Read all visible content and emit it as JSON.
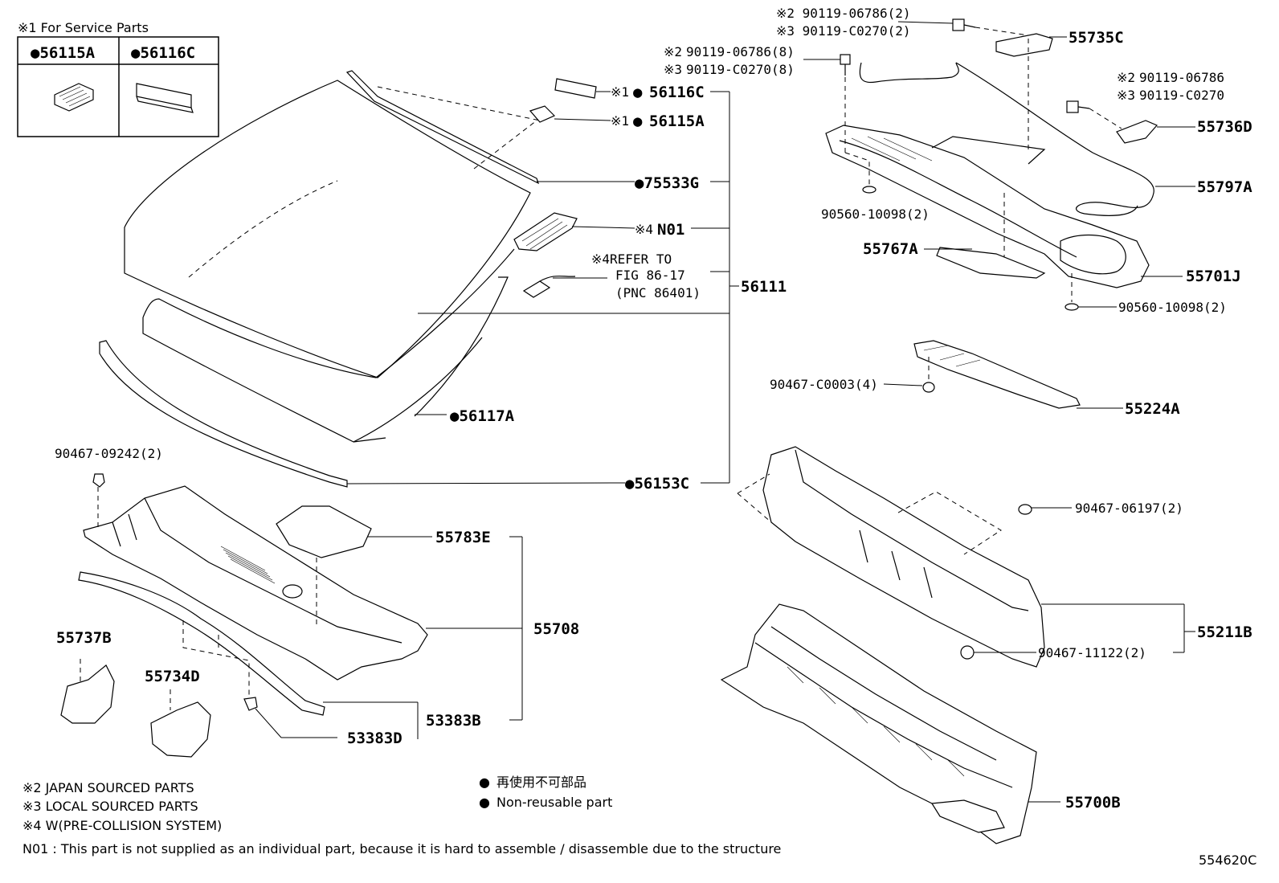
{
  "service_box": {
    "title": "※1 For Service Parts",
    "col1": "●56115A",
    "col2": "●56116C"
  },
  "labels": {
    "p56116C": "56116C",
    "p56115A": "56115A",
    "p75533G": "●75533G",
    "pN01": "N01",
    "refer1": "※4REFER TO",
    "refer2": "FIG 86-17",
    "refer3": "(PNC 86401)",
    "p56111": "56111",
    "p56117A": "●56117A",
    "p56153C": "●56153C",
    "bolt_a_1": "※2 90119-06786(2)",
    "bolt_a_2": "※3 90119-C0270(2)",
    "bolt_b_1": "90119-06786(8)",
    "bolt_b_2": "90119-C0270(8)",
    "bolt_c_1": "90119-06786",
    "bolt_c_2": "90119-C0270",
    "p55735C": "55735C",
    "p55736D": "55736D",
    "p55797A": "55797A",
    "p90560a": "90560-10098(2)",
    "p55767A": "55767A",
    "p55701J": "55701J",
    "p90560b": "90560-10098(2)",
    "p90467c": "90467-C0003(4)",
    "p55224A": "55224A",
    "p90467_06197": "90467-06197(2)",
    "p55211B": "55211B",
    "p90467_11122": "90467-11122(2)",
    "p55700B": "55700B",
    "p90467_09242": "90467-09242(2)",
    "p55783E": "55783E",
    "p55708": "55708",
    "p55737B": "55737B",
    "p55734D": "55734D",
    "p53383B": "53383B",
    "p53383D": "53383D"
  },
  "marks": {
    "m1": "※1",
    "m2": "※2",
    "m3": "※3",
    "m4": "※4",
    "dot": "●"
  },
  "legend": {
    "jp": "再使用不可部品",
    "en": "Non-reusable part",
    "note2": "※2 JAPAN SOURCED PARTS",
    "note3": "※3 LOCAL SOURCED PARTS",
    "note4": "※4 W(PRE-COLLISION SYSTEM)",
    "n01": "N01 : This part is not supplied as an individual part, because it is hard to assemble / disassemble due to the structure"
  },
  "figure_id": "554620C"
}
